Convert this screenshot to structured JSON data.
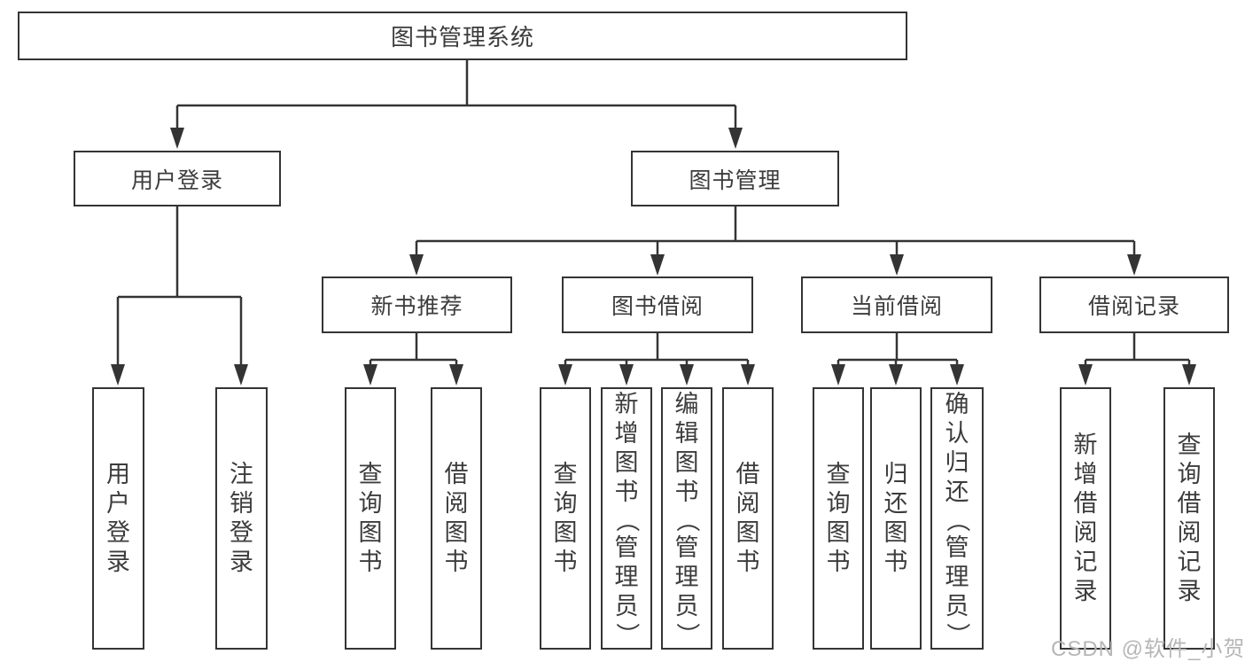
{
  "tree": {
    "label": "图书管理系统",
    "children": [
      {
        "label": "用户登录",
        "children": [
          {
            "label": "用户登录"
          },
          {
            "label": "注销登录"
          }
        ]
      },
      {
        "label": "图书管理",
        "children": [
          {
            "label": "新书推荐",
            "children": [
              {
                "label": "查询图书"
              },
              {
                "label": "借阅图书"
              }
            ]
          },
          {
            "label": "图书借阅",
            "children": [
              {
                "label": "查询图书"
              },
              {
                "label": "新增图书（管理员）"
              },
              {
                "label": "编辑图书（管理员）"
              },
              {
                "label": "借阅图书"
              }
            ]
          },
          {
            "label": "当前借阅",
            "children": [
              {
                "label": "查询图书"
              },
              {
                "label": "归还图书"
              },
              {
                "label": "确认归还（管理员）"
              }
            ]
          },
          {
            "label": "借阅记录",
            "children": [
              {
                "label": "新增借阅记录"
              },
              {
                "label": "查询借阅记录"
              }
            ]
          }
        ]
      }
    ]
  },
  "watermark": {
    "text": "CSDN @软件_小贺同学"
  },
  "colors": {
    "line": "#343434",
    "text": "#3c3c3c",
    "watermark": "#b6b6b6",
    "background": "#ffffff"
  }
}
